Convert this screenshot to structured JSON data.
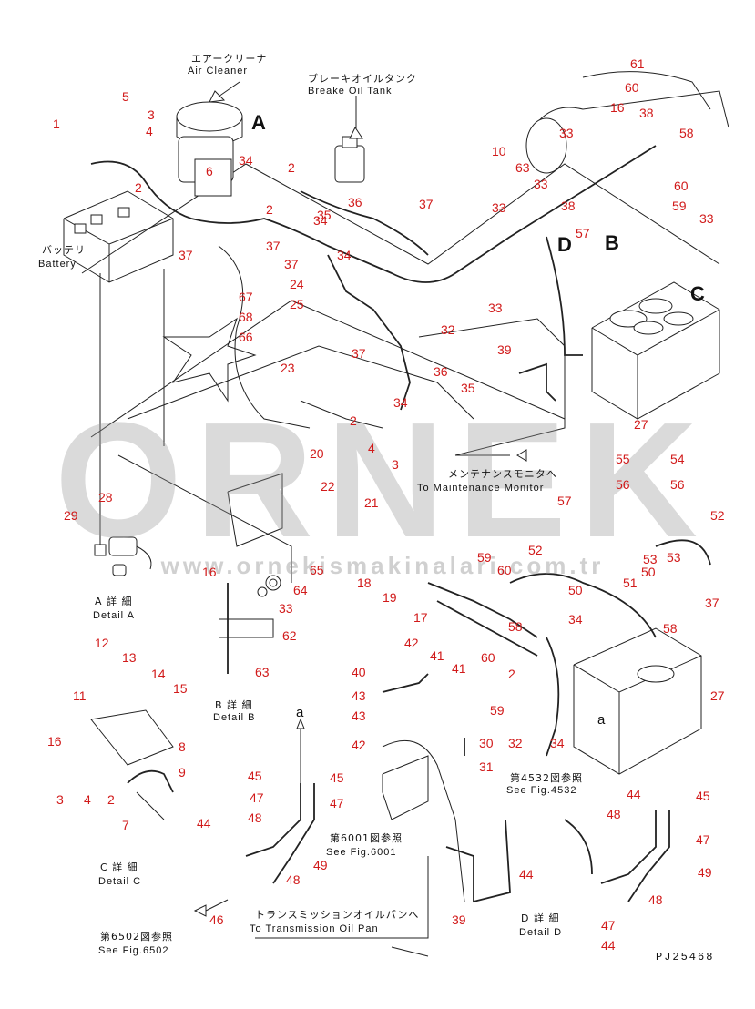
{
  "labels": {
    "air_cleaner_jp": "エアークリーナ",
    "air_cleaner_en": "Air Cleaner",
    "brake_tank_jp": "ブレーキオイルタンク",
    "brake_tank_en": "Breake Oil Tank",
    "battery_jp": "バッテリ",
    "battery_en": "Battery",
    "maint_jp": "メンテナンスモニタへ",
    "maint_en": "To Maintenance Monitor",
    "detail_a_jp": "A 詳 細",
    "detail_a_en": "Detail A",
    "detail_b_jp": "B 詳 細",
    "detail_b_en": "Detail B",
    "detail_c_jp": "C 詳 細",
    "detail_c_en": "Detail C",
    "detail_d_jp": "D 詳 細",
    "detail_d_en": "Detail D",
    "fig6001_jp": "第6001図参照",
    "fig6001_en": "See Fig.6001",
    "fig6502_jp": "第6502図参照",
    "fig6502_en": "See Fig.6502",
    "fig4532_jp": "第4532図参照",
    "fig4532_en": "See Fig.4532",
    "trans_jp": "トランスミッションオイルパンへ",
    "trans_en": "To Transmission Oil Pan",
    "code": "PJ25468",
    "view_a": "A",
    "view_b": "B",
    "view_c": "C",
    "view_d": "D",
    "arrow_a1": "a",
    "arrow_a2": "a"
  },
  "watermark": {
    "word": "ORNEK",
    "url": "www.ornekismakinalari.com.tr"
  },
  "part_numbers": [
    "1",
    "2",
    "3",
    "4",
    "5",
    "6",
    "2",
    "34",
    "2",
    "37",
    "37",
    "34",
    "35",
    "36",
    "37",
    "37",
    "34",
    "24",
    "25",
    "67",
    "68",
    "66",
    "23",
    "37",
    "34",
    "36",
    "35",
    "2",
    "20",
    "4",
    "3",
    "22",
    "21",
    "27",
    "39",
    "32",
    "33",
    "33",
    "10",
    "63",
    "33",
    "16",
    "38",
    "60",
    "61",
    "58",
    "59",
    "60",
    "33",
    "57",
    "38",
    "33",
    "28",
    "29",
    "16",
    "65",
    "64",
    "33",
    "62",
    "63",
    "55",
    "56",
    "54",
    "56",
    "57",
    "53",
    "52",
    "52",
    "53",
    "50",
    "50",
    "51",
    "18",
    "19",
    "17",
    "59",
    "60",
    "58",
    "34",
    "58",
    "37",
    "12",
    "13",
    "11",
    "14",
    "15",
    "16",
    "8",
    "9",
    "3",
    "4",
    "2",
    "7",
    "44",
    "40",
    "43",
    "42",
    "43",
    "41",
    "42",
    "41",
    "60",
    "59",
    "2",
    "30",
    "31",
    "32",
    "34",
    "27",
    "45",
    "45",
    "47",
    "47",
    "48",
    "49",
    "48",
    "46",
    "39",
    "44",
    "45",
    "48",
    "47",
    "49",
    "48",
    "44",
    "47",
    "44"
  ]
}
